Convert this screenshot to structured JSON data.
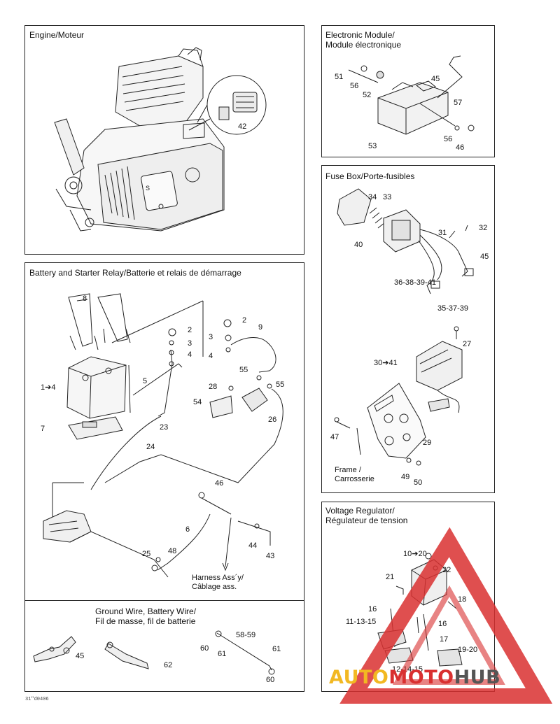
{
  "panels": {
    "engine": {
      "title": "Engine/Moteur",
      "callouts": [
        "42"
      ]
    },
    "electronic_module": {
      "title": "Electronic Module/\nModule électronique",
      "callouts": [
        "51",
        "56",
        "52",
        "45",
        "57",
        "56",
        "46",
        "53"
      ]
    },
    "fuse_box": {
      "title": "Fuse Box/Porte-fusibles",
      "callouts": [
        "34",
        "33",
        "31",
        "32",
        "40",
        "45",
        "36-38-39-41",
        "35-37-39",
        "27",
        "30➔41",
        "47",
        "29",
        "49",
        "50"
      ],
      "frame_label": "Frame /\nCarrosserie"
    },
    "battery": {
      "title": "Battery and Starter Relay/Batterie et relais de démarrage",
      "callouts": [
        "8",
        "2",
        "3",
        "4",
        "2",
        "3",
        "4",
        "9",
        "1➔4",
        "5",
        "55",
        "28",
        "55",
        "54",
        "26",
        "7",
        "23",
        "24",
        "46",
        "6",
        "44",
        "25",
        "48",
        "43"
      ],
      "harness_label": "Harness Ass´y/\nCâblage ass."
    },
    "ground_wire": {
      "title": "Ground Wire, Battery Wire/\nFil de masse, fil de batterie",
      "callouts": [
        "45",
        "62",
        "58-59",
        "60",
        "61",
        "61",
        "60"
      ]
    },
    "voltage_regulator": {
      "title": "Voltage Regulator/\nRégulateur de tension",
      "callouts": [
        "10➔20",
        "22",
        "21",
        "18",
        "16",
        "11-13-15",
        "16",
        "17",
        "12-14-15",
        "19-20"
      ]
    }
  },
  "footer_code": "31\"d0406",
  "watermark": {
    "auto": "AUTO",
    "moto": "MOTO",
    "hub": "HUB"
  },
  "colors": {
    "line": "#222222",
    "watermark_red": "#d93030",
    "watermark_yellow": "#f2b822",
    "watermark_gray": "#555555"
  }
}
